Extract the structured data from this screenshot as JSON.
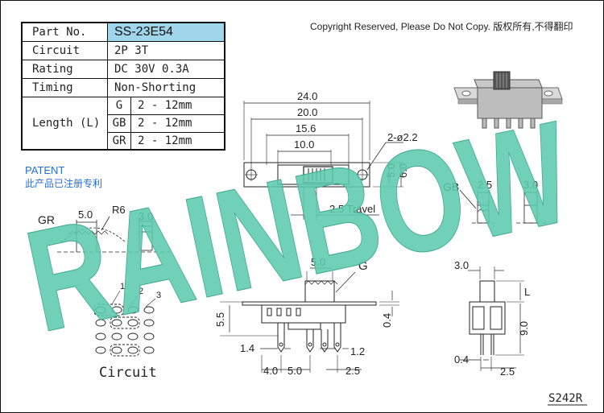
{
  "copyright": "Copyright Reserved, Please Do Not Copy. 版权所有,不得翻印",
  "spec_table": {
    "part_label": "Part No.",
    "part_value": "SS-23E54",
    "circuit_label": "Circuit",
    "circuit_value": "2P 3T",
    "rating_label": "Rating",
    "rating_value": "DC 30V 0.3A",
    "timing_label": "Timing",
    "timing_value": "Non-Shorting",
    "length_label": "Length (L)",
    "length_rows": [
      {
        "code": "G",
        "value": "2 - 12mm"
      },
      {
        "code": "GB",
        "value": "2 - 12mm"
      },
      {
        "code": "GR",
        "value": "2 - 12mm"
      }
    ]
  },
  "patent": {
    "en": "PATENT",
    "zh": "此产品已注册专利"
  },
  "watermark": "RAINBOW",
  "top_view": {
    "dim_24": "24.0",
    "dim_20": "20.0",
    "dim_15_6": "15.6",
    "dim_10": "10.0",
    "hole": "2-ø2.2",
    "dim_5": "5.0",
    "dim_6": "6.0",
    "travel": "2.5  Travel"
  },
  "gr_view": {
    "label": "GR",
    "dim_5": "5.0",
    "r6": "R6",
    "dim_3": "3.0"
  },
  "gb_view": {
    "label": "GB",
    "dim_2_5": "2.5",
    "dim_3": "3.0"
  },
  "front_view": {
    "dim_5": "5.0",
    "g_label": "G",
    "dim_5_5": "5.5",
    "dim_0_4": "0.4",
    "dim_1_4": "1.4",
    "dim_1_2": "1.2",
    "dim_4": "4.0",
    "dim_5b": "5.0",
    "dim_2_5": "2.5"
  },
  "side_view": {
    "dim_3": "3.0",
    "l_label": "L",
    "dim_9": "9.0",
    "dim_0_4": "0.4",
    "dim_2_5": "2.5"
  },
  "circuit": {
    "label": "Circuit",
    "n1": "1",
    "n2": "2",
    "n3": "3"
  },
  "code": "S242R",
  "colors": {
    "part_highlight": "#9fd6ea",
    "watermark": "#5cc9ae",
    "patent": "#2a6fd6"
  }
}
